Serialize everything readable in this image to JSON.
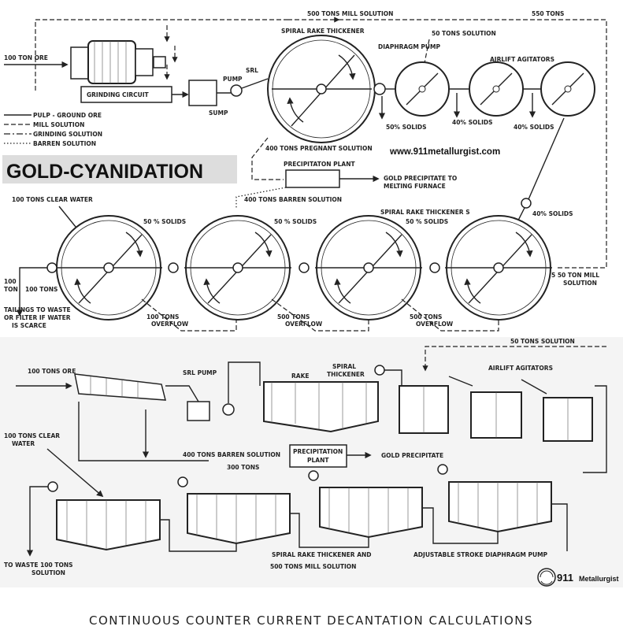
{
  "title": "GOLD-CYANIDATION",
  "watermark_url": "www.911metallurgist.com",
  "logo": {
    "number": "911",
    "word": "Metallurgist"
  },
  "caption": "CONTINUOUS COUNTER CURRENT DECANTATION CALCULATIONS",
  "legend": [
    {
      "label": "PULP - GROUND ORE",
      "style": "solid"
    },
    {
      "label": "MILL SOLUTION",
      "style": "dash"
    },
    {
      "label": "GRINDING SOLUTION",
      "style": "dashdot"
    },
    {
      "label": "BARREN SOLUTION",
      "style": "dot"
    }
  ],
  "top_diagram": {
    "mill_solution_500": "500 TONS  MILL SOLUTION",
    "tons_550": "550 TONS",
    "ore_100": "100 TON ORE",
    "grinding_circuit": "GRINDING CIRCUIT",
    "sump": "SUMP",
    "pump": "PUMP",
    "srl": "SRL",
    "spiral_rake_thickener": "SPIRAL RAKE THICKENER",
    "fifty_tons_solution": "50 TONS  SOLUTION",
    "diaphragm_pump": "DIAPHRAGM PUMP",
    "airlift_agitators": "AIRLIFT AGITATORS",
    "solids_50": "50% SOLIDS",
    "solids_40a": "40% SOLIDS",
    "solids_40b": "40% SOLIDS",
    "pregnant_400": "400 TONS PREGNANT SOLUTION",
    "precip_plant": "PRECIPITATON PLANT",
    "gold_precip_1": "GOLD PRECIPITATE TO",
    "gold_precip_2": "MELTING FURNACE",
    "barren_400": "400 TONS BARREN SOLUTION",
    "clear_water_100": "100 TONS CLEAR WATER",
    "solids_pct_1": "50 %  SOLIDS",
    "solids_pct_2": "50 %  SOLIDS",
    "solids_pct_3": "50 %  SOLIDS",
    "spiral_rake_thickeners": "SPIRAL RAKE THICKENER S",
    "solids_40c": "40% SOLIDS",
    "mill_550_1": "5 50 TON MILL",
    "mill_550_2": "SOLUTION",
    "ton_100a": "100",
    "ton_100b": "TON",
    "tons_100": "100 TONS",
    "tailings_1": "TAILINGS TO WASTE",
    "tailings_2": "OR FILTER IF WATER",
    "tailings_3": "IS SCARCE",
    "overflow_100a": "100 TONS",
    "overflow_100b": "OVERFLOW",
    "overflow_500a": "500 TONS",
    "overflow_500b": "OVERFLOW",
    "overflow_500c": "500 TONS",
    "overflow_500d": "OVERFLOW"
  },
  "bottom_diagram": {
    "fifty_tons_solution": "50 TONS SOLUTION",
    "ore_100": "100 TONS ORE",
    "srl_pump": "SRL PUMP",
    "rake": "RAKE",
    "spiral_thickener_1": "SPIRAL",
    "spiral_thickener_2": "THICKENER",
    "airlift_agitators": "AIRLIFT AGITATORS",
    "clear_water_1": "100 TONS CLEAR",
    "clear_water_2": "WATER",
    "barren_400": "400 TONS BARREN SOLUTION",
    "precip_1": "PRECIPITATION",
    "precip_2": "PLANT",
    "gold_precip": "GOLD PRECIPITATE",
    "tons_300": "300 TONS",
    "waste_1": "TO WASTE  100 TONS",
    "waste_2": "SOLUTION",
    "spiral_rake_and": "SPIRAL RAKE THICKENER AND",
    "mill_500": "500 TONS  MILL SOLUTION",
    "diaphragm": "ADJUSTABLE STROKE DIAPHRAGM PUMP"
  }
}
